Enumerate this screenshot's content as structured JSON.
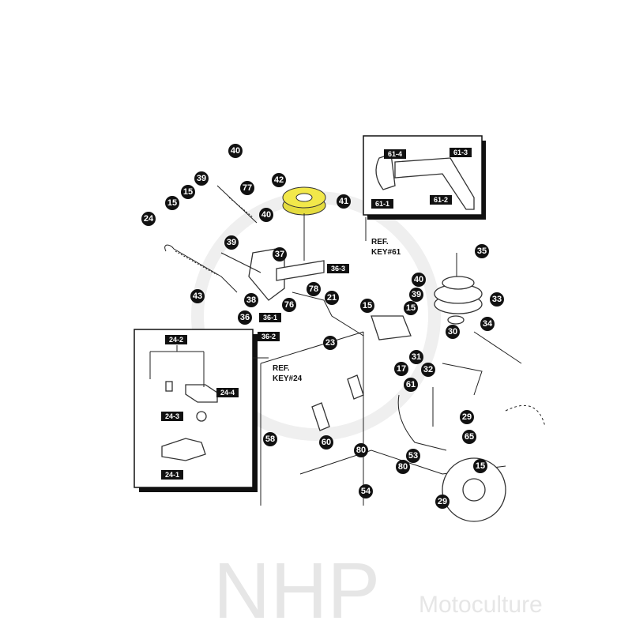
{
  "watermark": {
    "brand": "NHP",
    "sub": "Motoculture"
  },
  "refs": {
    "key61_line1": "REF.",
    "key61_line2": "KEY#61",
    "key24_line1": "REF.",
    "key24_line2": "KEY#24"
  },
  "highlight_color": "#f2e84a",
  "callouts": [
    "40",
    "39",
    "15",
    "15",
    "24",
    "77",
    "42",
    "41",
    "40",
    "39",
    "37",
    "43",
    "38",
    "78",
    "76",
    "21",
    "36",
    "23",
    "40",
    "39",
    "15",
    "15",
    "35",
    "33",
    "34",
    "30",
    "31",
    "32",
    "17",
    "61",
    "29",
    "65",
    "53",
    "80",
    "80",
    "15",
    "58",
    "60",
    "54",
    "29"
  ],
  "sub_labels": [
    "61-4",
    "61-3",
    "61-1",
    "61-2",
    "36-3",
    "36-1",
    "36-2",
    "24-2",
    "24-4",
    "24-3",
    "24-1"
  ]
}
